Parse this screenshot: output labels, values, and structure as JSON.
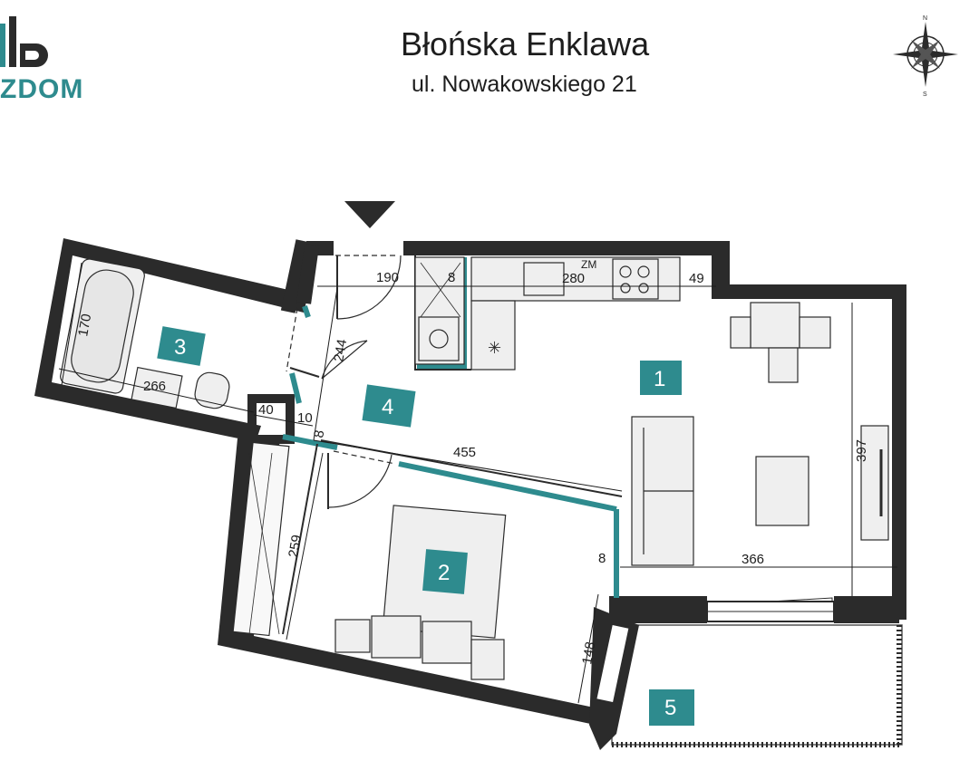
{
  "header": {
    "title": "Błońska Enklawa",
    "subtitle": "ul. Nowakowskiego 21",
    "logo_text": "ZDOM"
  },
  "colors": {
    "wall": "#2b2b2b",
    "accent": "#2e8b8e",
    "furniture_fill": "#efefef",
    "text": "#1d1d1d"
  },
  "icons": {
    "compass": "compass-rose-icon",
    "entrance": "entrance-arrow-icon"
  },
  "compass": {
    "north": "N",
    "south": "S"
  },
  "kitchen": {
    "meter_label": "ZM"
  },
  "rooms": [
    {
      "id": "1",
      "label": "1"
    },
    {
      "id": "2",
      "label": "2"
    },
    {
      "id": "3",
      "label": "3"
    },
    {
      "id": "4",
      "label": "4"
    },
    {
      "id": "5",
      "label": "5"
    }
  ],
  "dimensions": {
    "hall_width": "190",
    "kitchen_gap": "8",
    "kitchen_length": "280",
    "corner": "49",
    "bath_height": "170",
    "bath_width": "266",
    "hall_height": "244",
    "wall_40": "40",
    "wall_10": "10",
    "wall_8_left": "8",
    "bedroom_wall": "455",
    "bedroom_height": "259",
    "living_height": "397",
    "living_gap": "8",
    "living_width": "366",
    "balcony_door": "148"
  }
}
